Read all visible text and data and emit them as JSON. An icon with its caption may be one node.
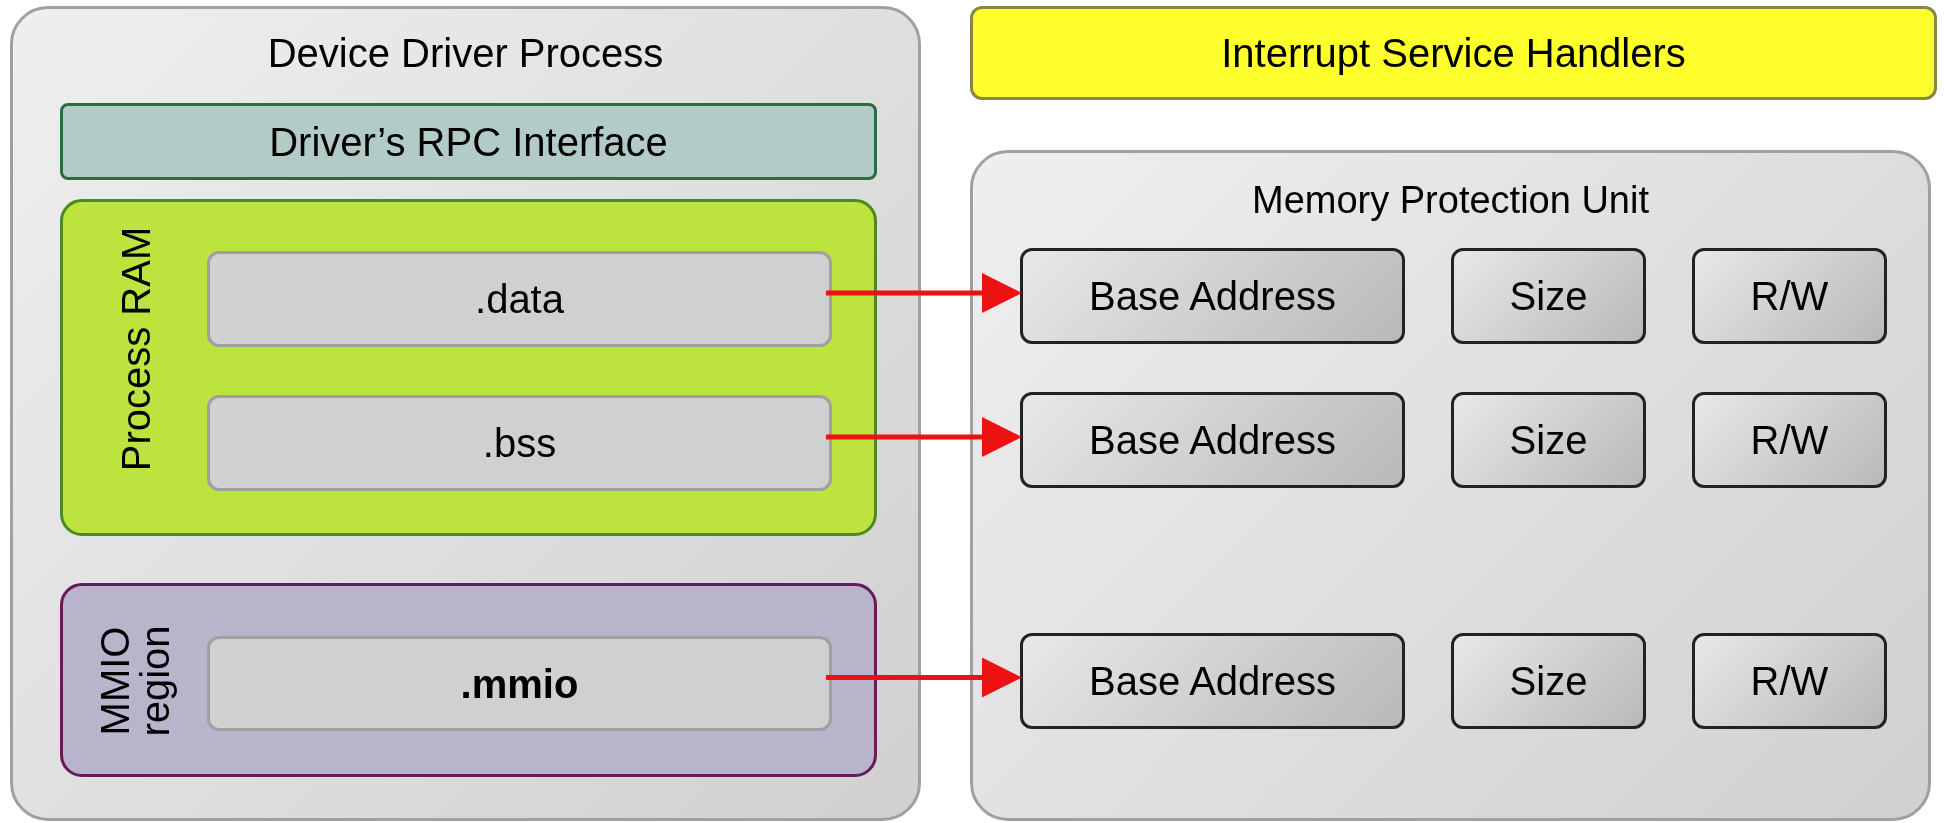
{
  "diagram": {
    "nodes": [
      {
        "text": [
          "Device Driver Process"
        ]
      },
      {
        "text": [
          "Driver’s RPC Interface"
        ],
        "in": 0
      },
      {
        "text": [
          "Process RAM"
        ],
        "in": 0
      },
      {
        "text": [
          ".data"
        ],
        "in": 2
      },
      {
        "text": [
          ".bss"
        ],
        "in": 2
      },
      {
        "text": [
          "MMIO region"
        ],
        "in": 0
      },
      {
        "text": [
          ".mmio"
        ],
        "in": 5
      },
      {
        "text": [
          "Interrupt Service Handlers"
        ]
      },
      {
        "text": [
          "Memory Protection Unit"
        ]
      },
      {
        "text": [
          "Base Address"
        ],
        "in": 8
      },
      {
        "text": [
          "Size"
        ],
        "in": 8
      },
      {
        "text": [
          "R/W"
        ],
        "in": 8
      },
      {
        "text": [
          "Base Address"
        ],
        "in": 8
      },
      {
        "text": [
          "Size"
        ],
        "in": 8
      },
      {
        "text": [
          "R/W"
        ],
        "in": 8
      },
      {
        "text": [
          "Base Address"
        ],
        "in": 8
      },
      {
        "text": [
          "Size"
        ],
        "in": 8
      },
      {
        "text": [
          "R/W"
        ],
        "in": 8
      }
    ],
    "edges": [
      {
        "from": 3,
        "to": 9,
        "arrow": "to"
      },
      {
        "from": 4,
        "to": 12,
        "arrow": "to"
      },
      {
        "from": 6,
        "to": 15,
        "arrow": "to"
      }
    ]
  }
}
